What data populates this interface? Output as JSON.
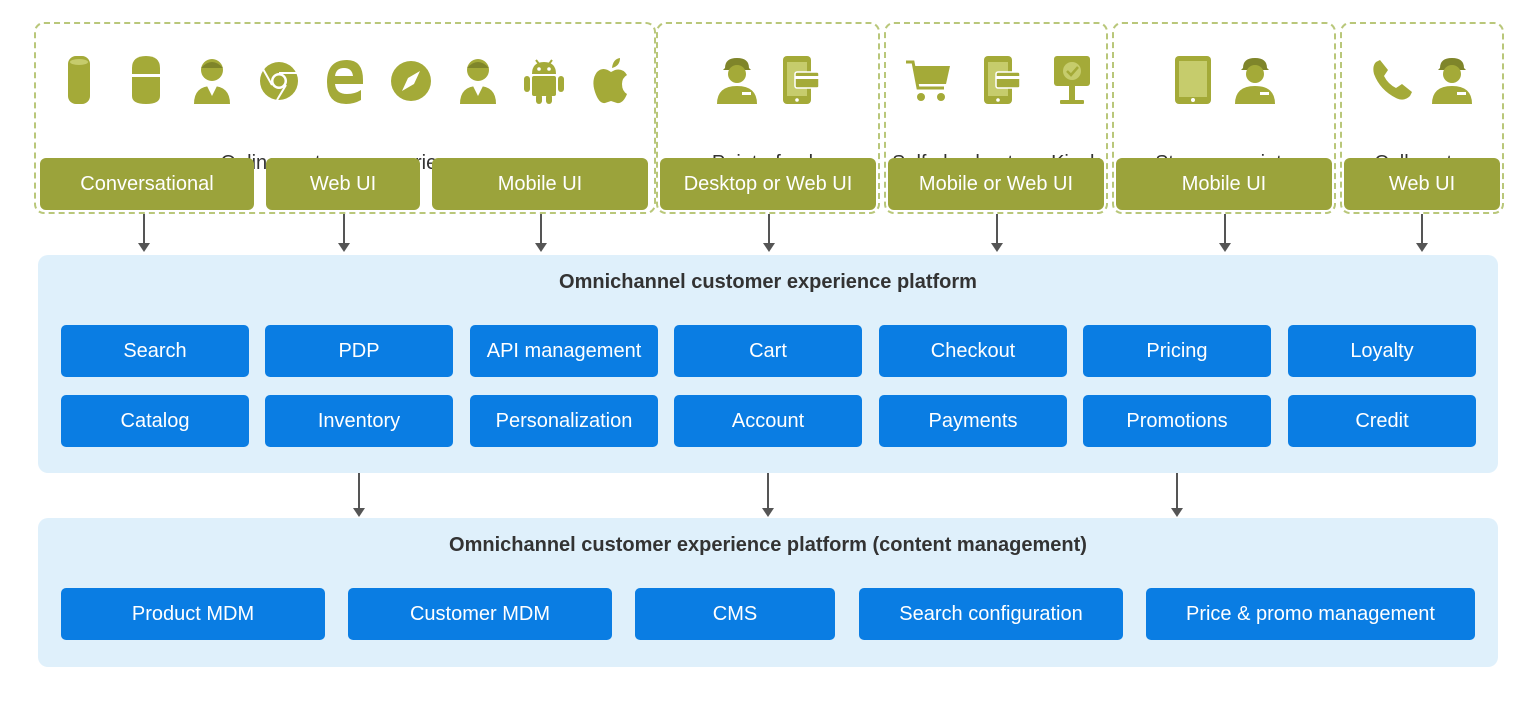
{
  "groups": [
    {
      "label": "Online customer experience",
      "buttons": [
        "Conversational",
        "Web UI",
        "Mobile UI"
      ]
    },
    {
      "label": "Point-of-sale",
      "buttons": [
        "Desktop or Web UI"
      ]
    },
    {
      "label_a": "Self-checkout",
      "label_b": "Kiosk",
      "buttons": [
        "Mobile or Web UI"
      ]
    },
    {
      "label": "Store associate",
      "buttons": [
        "Mobile UI"
      ]
    },
    {
      "label": "Call center",
      "buttons": [
        "Web UI"
      ]
    }
  ],
  "icons": {
    "online": [
      "smart-speaker-icon",
      "smart-home-speaker-icon",
      "customer-person-icon",
      "chrome-browser-icon",
      "edge-browser-icon",
      "safari-compass-icon",
      "customer-person-icon",
      "android-icon",
      "apple-icon"
    ],
    "pos": [
      "store-associate-person-icon",
      "mobile-payment-card-icon"
    ],
    "self": [
      "shopping-cart-icon",
      "mobile-payment-card-icon",
      "kiosk-icon"
    ],
    "store": [
      "tablet-icon",
      "store-associate-person-icon"
    ],
    "call": [
      "phone-icon",
      "store-associate-person-icon"
    ]
  },
  "platform": {
    "title": "Omnichannel customer experience platform",
    "row1": [
      "Search",
      "PDP",
      "API management",
      "Cart",
      "Checkout",
      "Pricing",
      "Loyalty"
    ],
    "row2": [
      "Catalog",
      "Inventory",
      "Personalization",
      "Account",
      "Payments",
      "Promotions",
      "Credit"
    ]
  },
  "content": {
    "title": "Omnichannel customer experience platform (content management)",
    "items": [
      "Product MDM",
      "Customer MDM",
      "CMS",
      "Search configuration",
      "Price & promo management"
    ]
  },
  "colors": {
    "green": "#9ba33b",
    "icon_green": "#a4aa38",
    "blue": "#0a7de3",
    "panel": "#dff0fb",
    "dash": "#b9c77a"
  }
}
